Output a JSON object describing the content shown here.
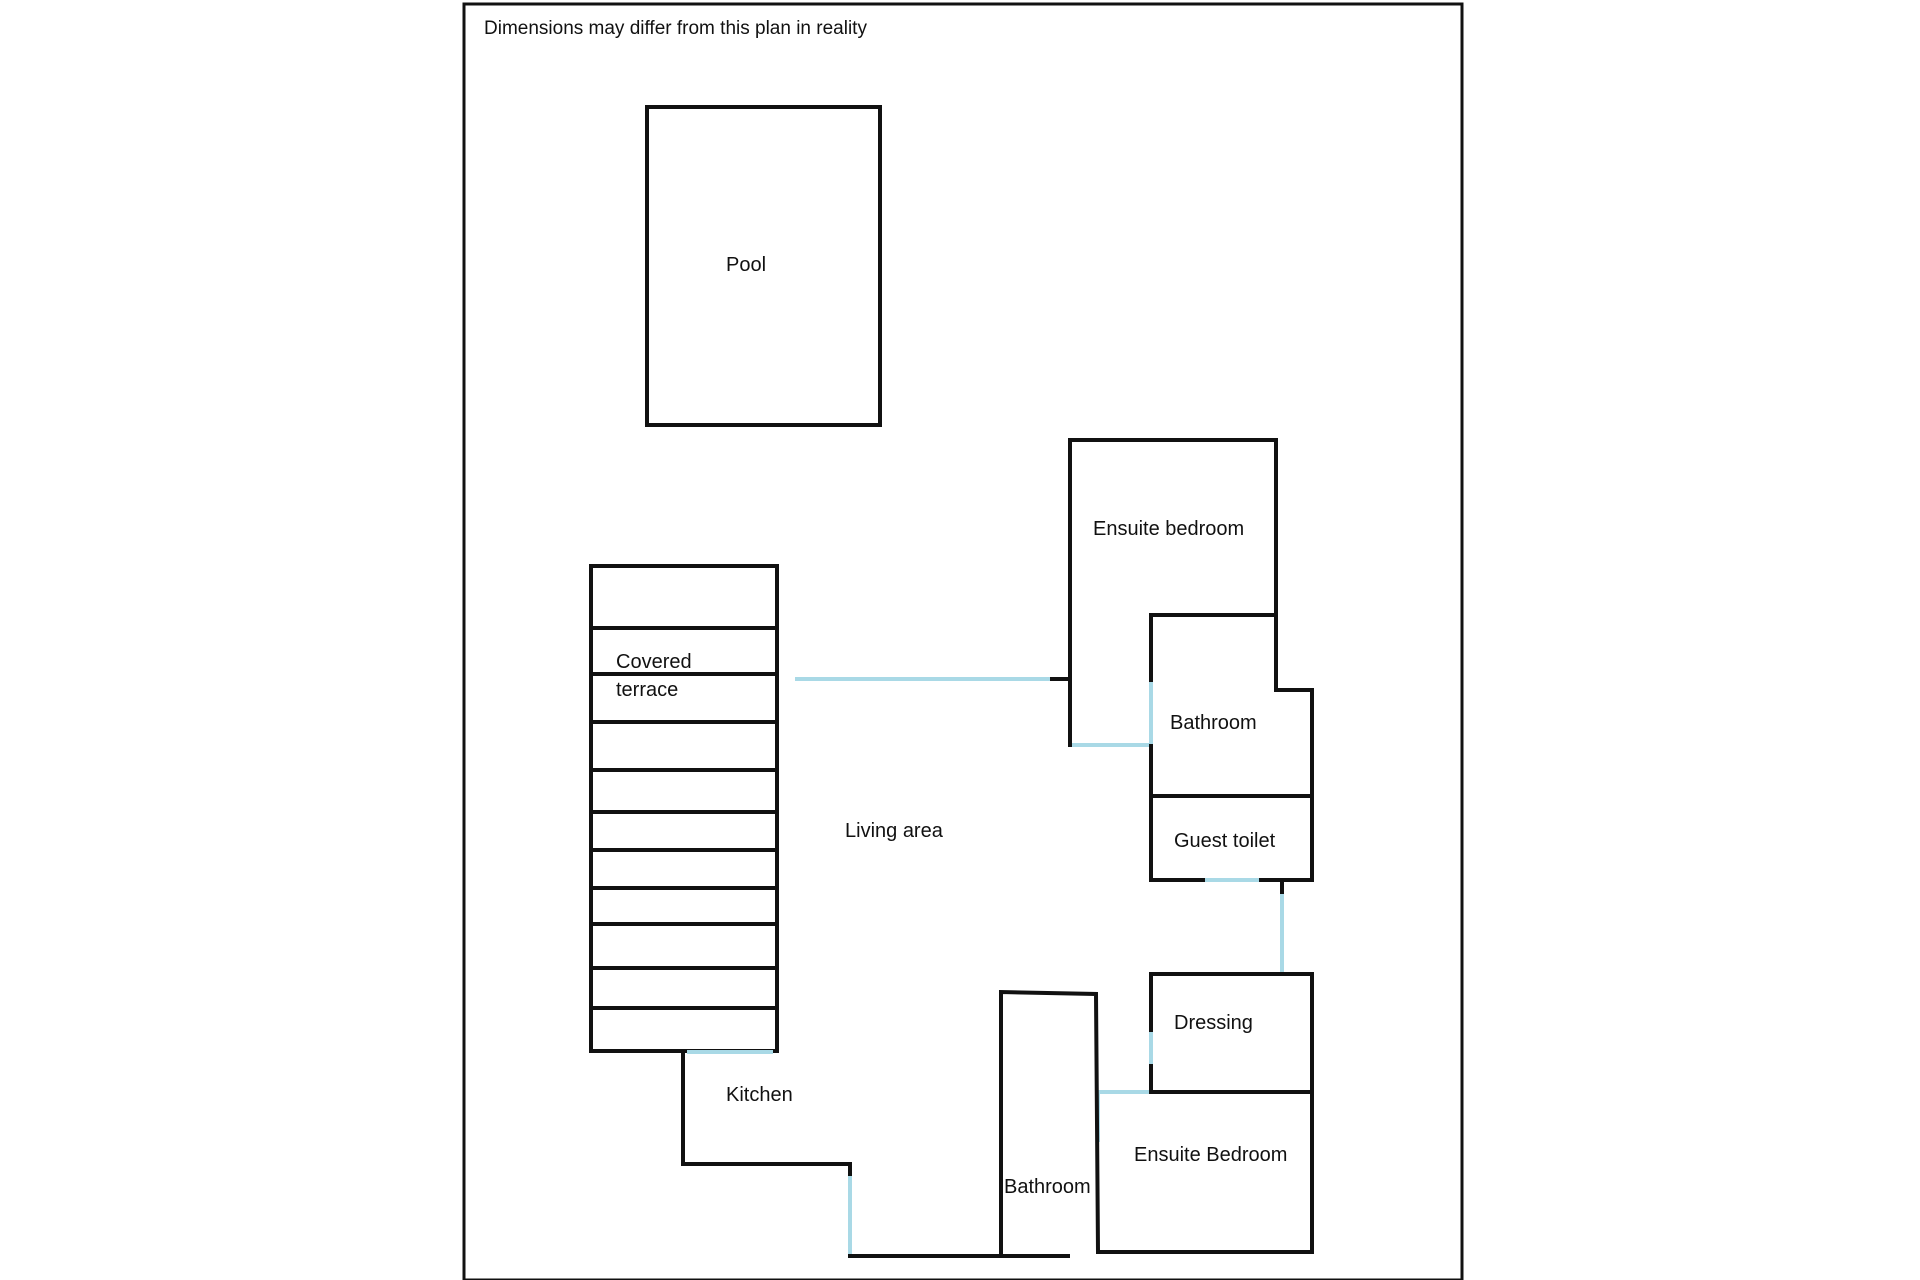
{
  "notice": "Dimensions may differ from this plan in reality",
  "rooms": {
    "pool": "Pool",
    "covered_terrace": "Covered\nterrace",
    "living_area": "Living area",
    "kitchen": "Kitchen",
    "ensuite_bedroom_top": "Ensuite bedroom",
    "bathroom_right": "Bathroom",
    "guest_toilet": "Guest toilet",
    "dressing": "Dressing",
    "ensuite_bedroom_bottom": "Ensuite Bedroom",
    "bathroom_bottom": "Bathroom"
  },
  "colors": {
    "walls": "#111111",
    "openings": "#a9d9e6",
    "background": "#ffffff"
  }
}
